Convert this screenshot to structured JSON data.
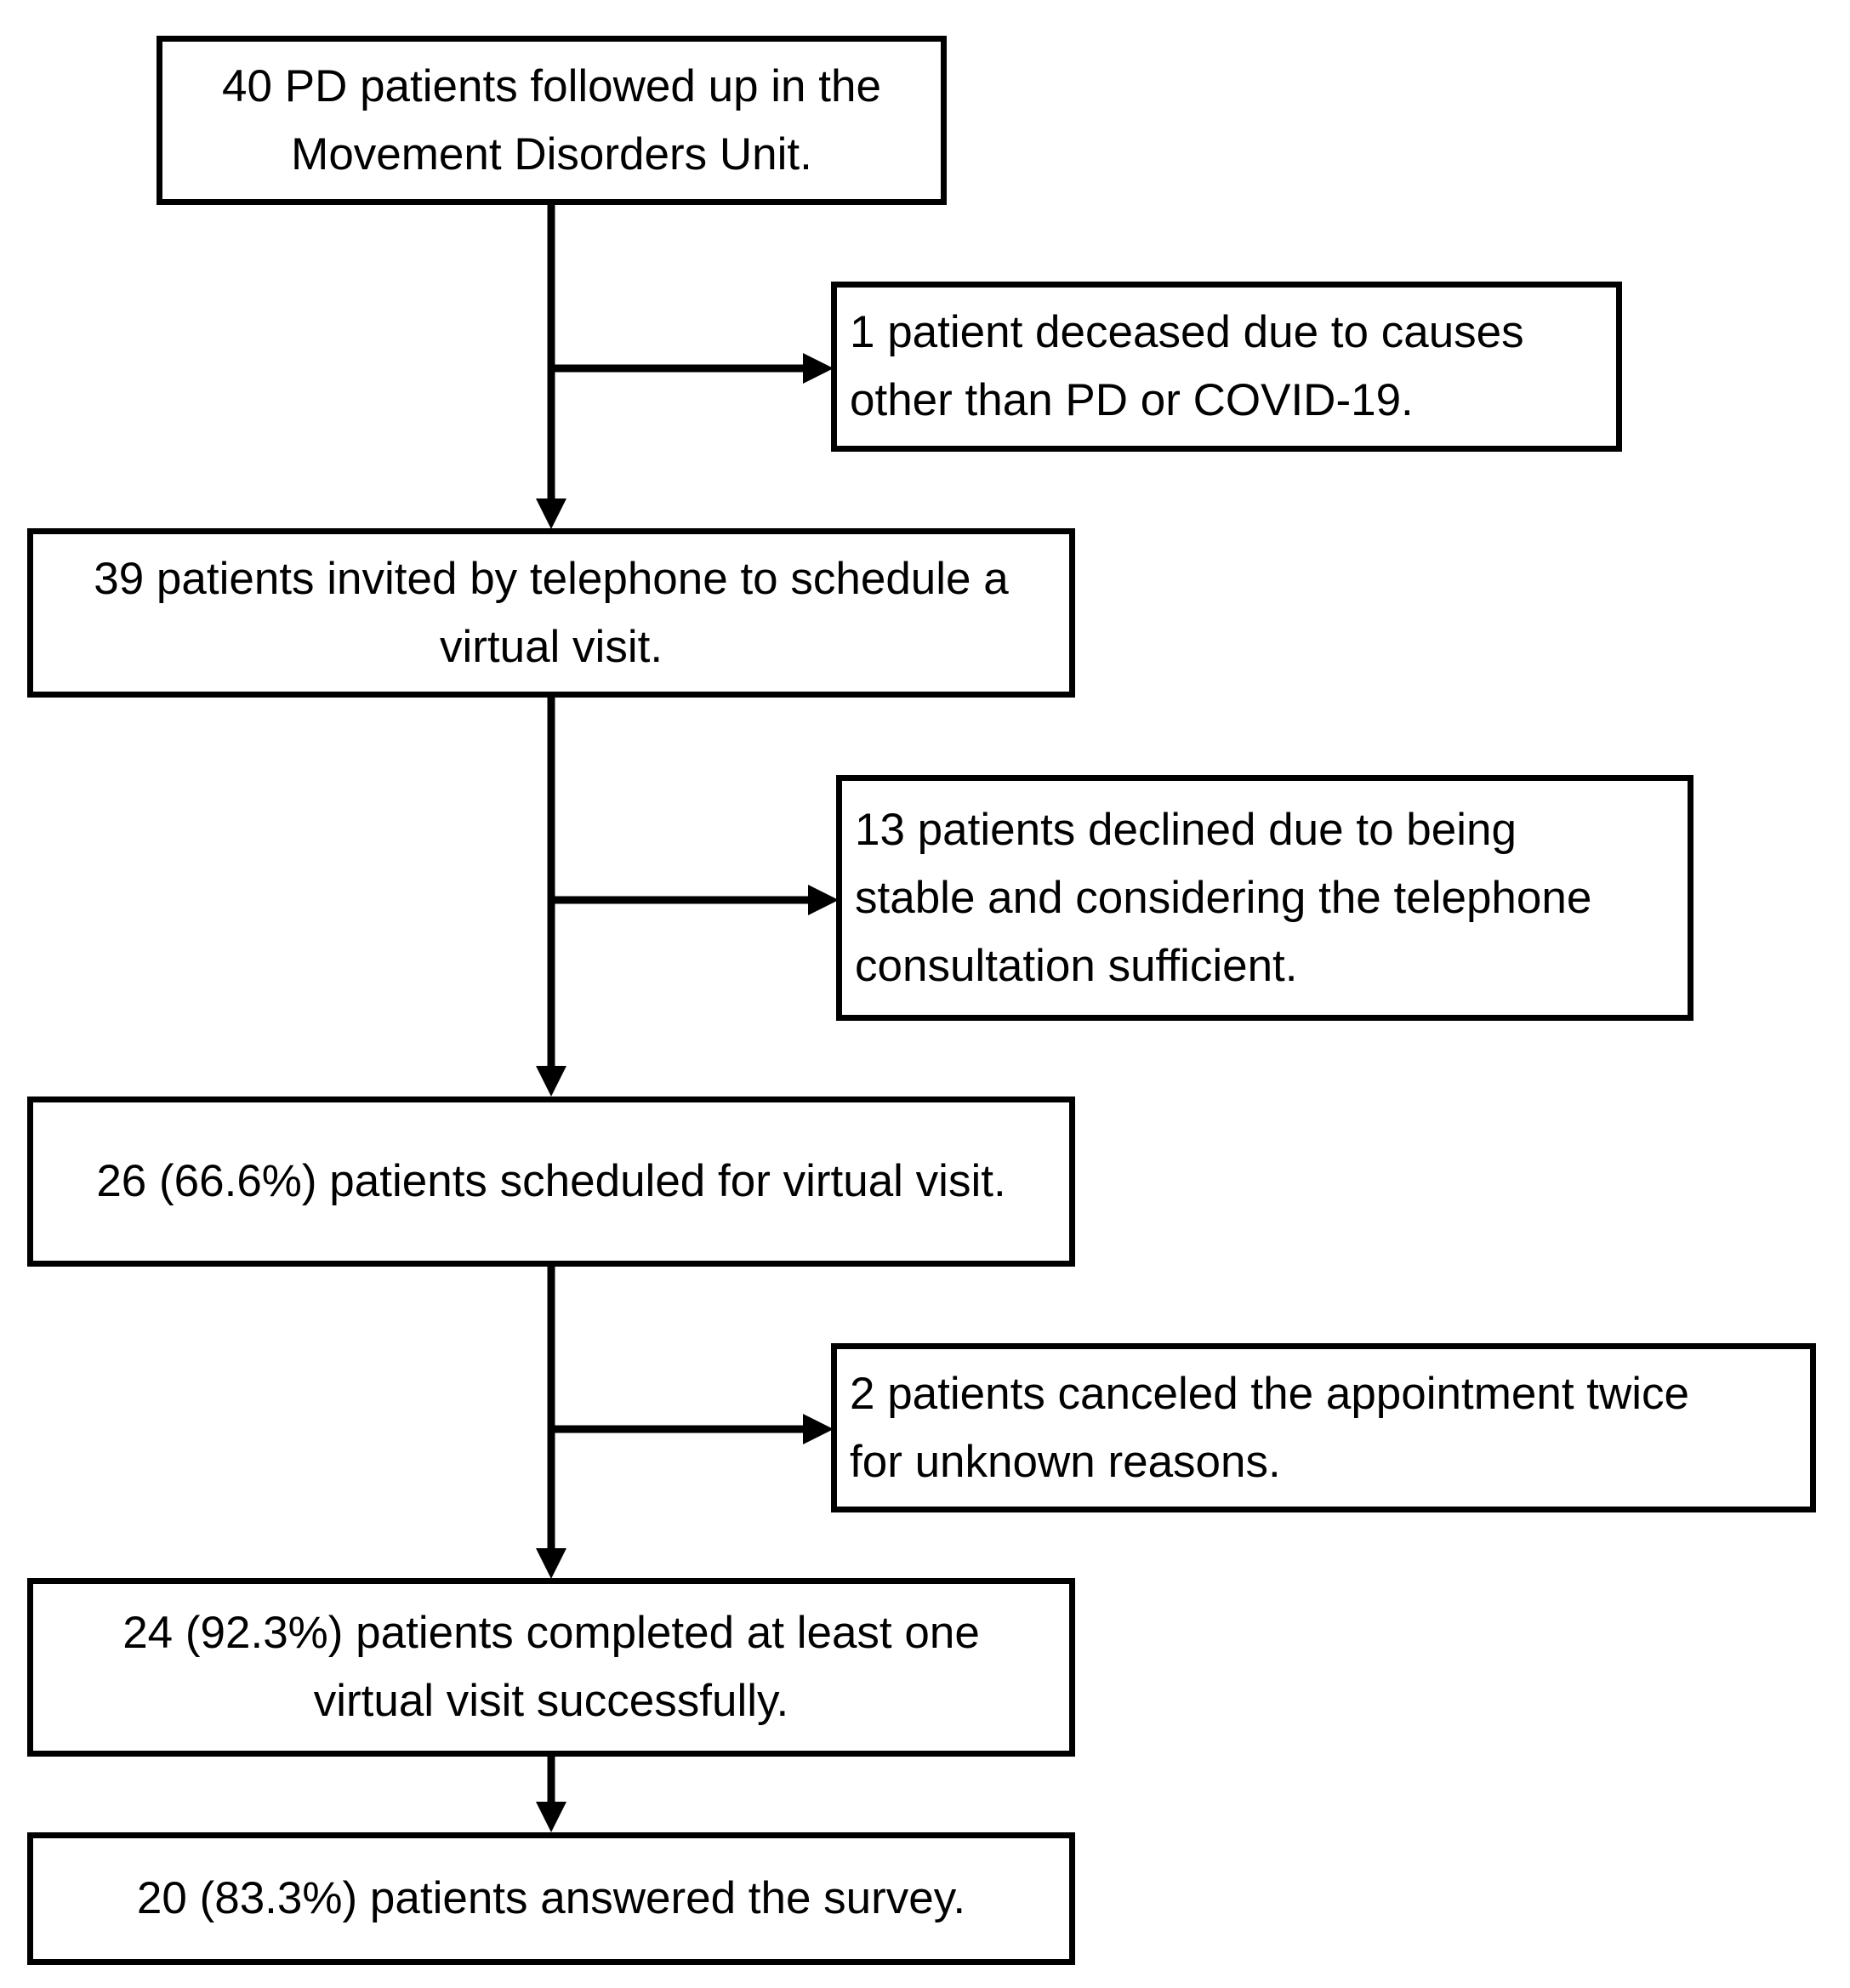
{
  "flowchart": {
    "main_steps": [
      {
        "lines": [
          "40 PD patients followed up in the",
          "Movement Disorders Unit."
        ]
      },
      {
        "lines": [
          "39 patients invited by telephone to schedule a",
          "virtual visit."
        ]
      },
      {
        "lines": [
          "26 (66.6%) patients scheduled for virtual visit."
        ]
      },
      {
        "lines": [
          "24 (92.3%) patients completed at least one",
          "virtual visit successfully."
        ]
      },
      {
        "lines": [
          "20 (83.3%) patients answered the survey."
        ]
      }
    ],
    "exclusions": [
      {
        "lines": [
          "1 patient deceased due to causes",
          "other than PD or COVID-19."
        ]
      },
      {
        "lines": [
          "13 patients declined due to being",
          "stable and considering the telephone",
          "consultation sufficient."
        ]
      },
      {
        "lines": [
          "2 patients canceled the appointment twice",
          "for unknown reasons."
        ]
      }
    ]
  }
}
